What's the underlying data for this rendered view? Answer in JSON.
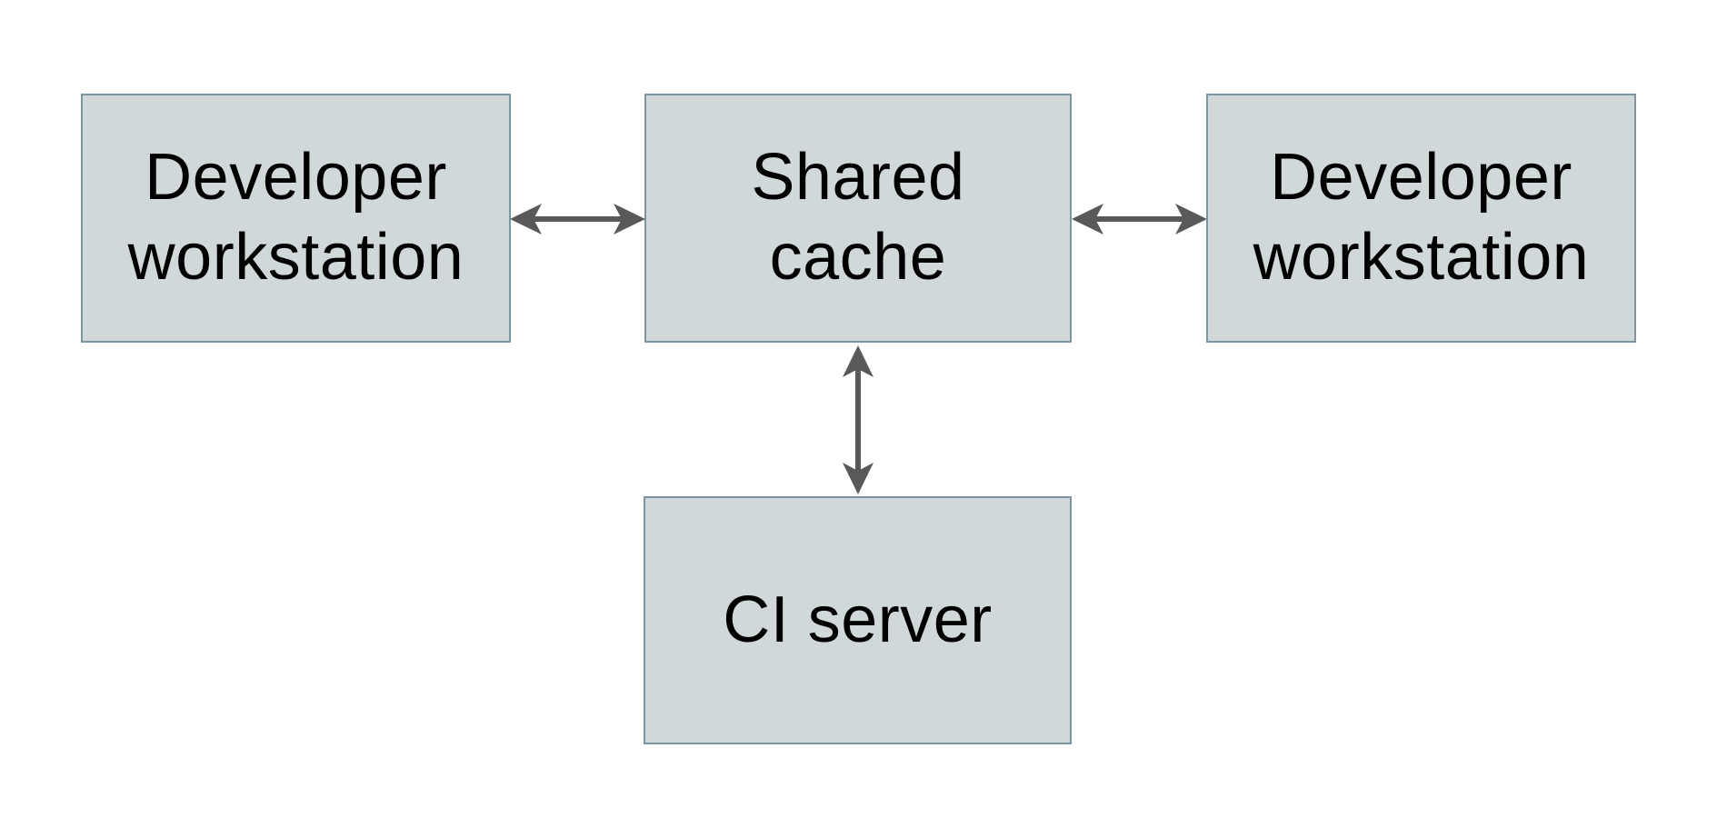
{
  "diagram": {
    "background": "#ffffff",
    "colors": {
      "node_fill": "#d1d8da",
      "node_border": "#7b96a1",
      "arrow": "#595959",
      "text": "#000000"
    },
    "nodes": {
      "dev_workstation_left": {
        "label": "Developer\nworkstation"
      },
      "shared_cache": {
        "label": "Shared\ncache"
      },
      "dev_workstation_right": {
        "label": "Developer\nworkstation"
      },
      "ci_server": {
        "label": "CI server"
      }
    },
    "edges": [
      {
        "from": "dev_workstation_left",
        "to": "shared_cache",
        "direction": "bidirectional"
      },
      {
        "from": "shared_cache",
        "to": "dev_workstation_right",
        "direction": "bidirectional"
      },
      {
        "from": "shared_cache",
        "to": "ci_server",
        "direction": "bidirectional"
      }
    ]
  }
}
